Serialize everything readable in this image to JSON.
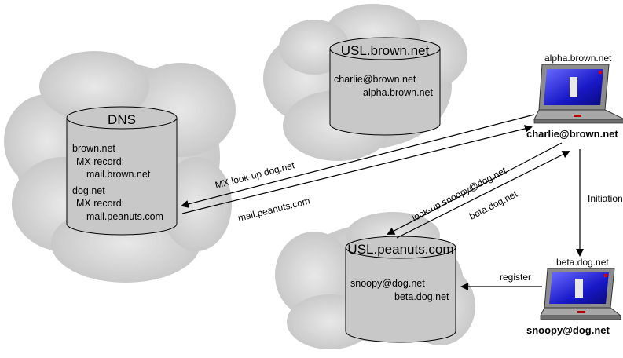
{
  "dns": {
    "title": "DNS",
    "entries": [
      {
        "domain": "brown.net",
        "record_label": "MX record:",
        "value": "mail.brown.net"
      },
      {
        "domain": "dog.net",
        "record_label": "MX record:",
        "value": "mail.peanuts.com"
      }
    ]
  },
  "usl_brown": {
    "title": "USL.brown.net",
    "address": "charlie@brown.net",
    "host": "alpha.brown.net"
  },
  "usl_peanuts": {
    "title": "USL.peanuts.com",
    "address": "snoopy@dog.net",
    "host": "beta.dog.net"
  },
  "laptop_charlie": {
    "host": "alpha.brown.net",
    "user": "charlie@brown.net"
  },
  "laptop_snoopy": {
    "host": "beta.dog.net",
    "user": "snoopy@dog.net"
  },
  "arrows": {
    "mx_lookup": "MX look-up dog.net",
    "mx_result": "mail.peanuts.com",
    "lookup_user": "look-up snoopy@dog.net",
    "lookup_result": "beta.dog.net",
    "initiation": "Initiation",
    "register": "register"
  },
  "colors": {
    "cylinder_fill": "#c8c8c8",
    "cloud_fill": "#d6d6d6",
    "screen_blue": "#2a2ad0",
    "laptop_body": "#9a9a9a"
  }
}
